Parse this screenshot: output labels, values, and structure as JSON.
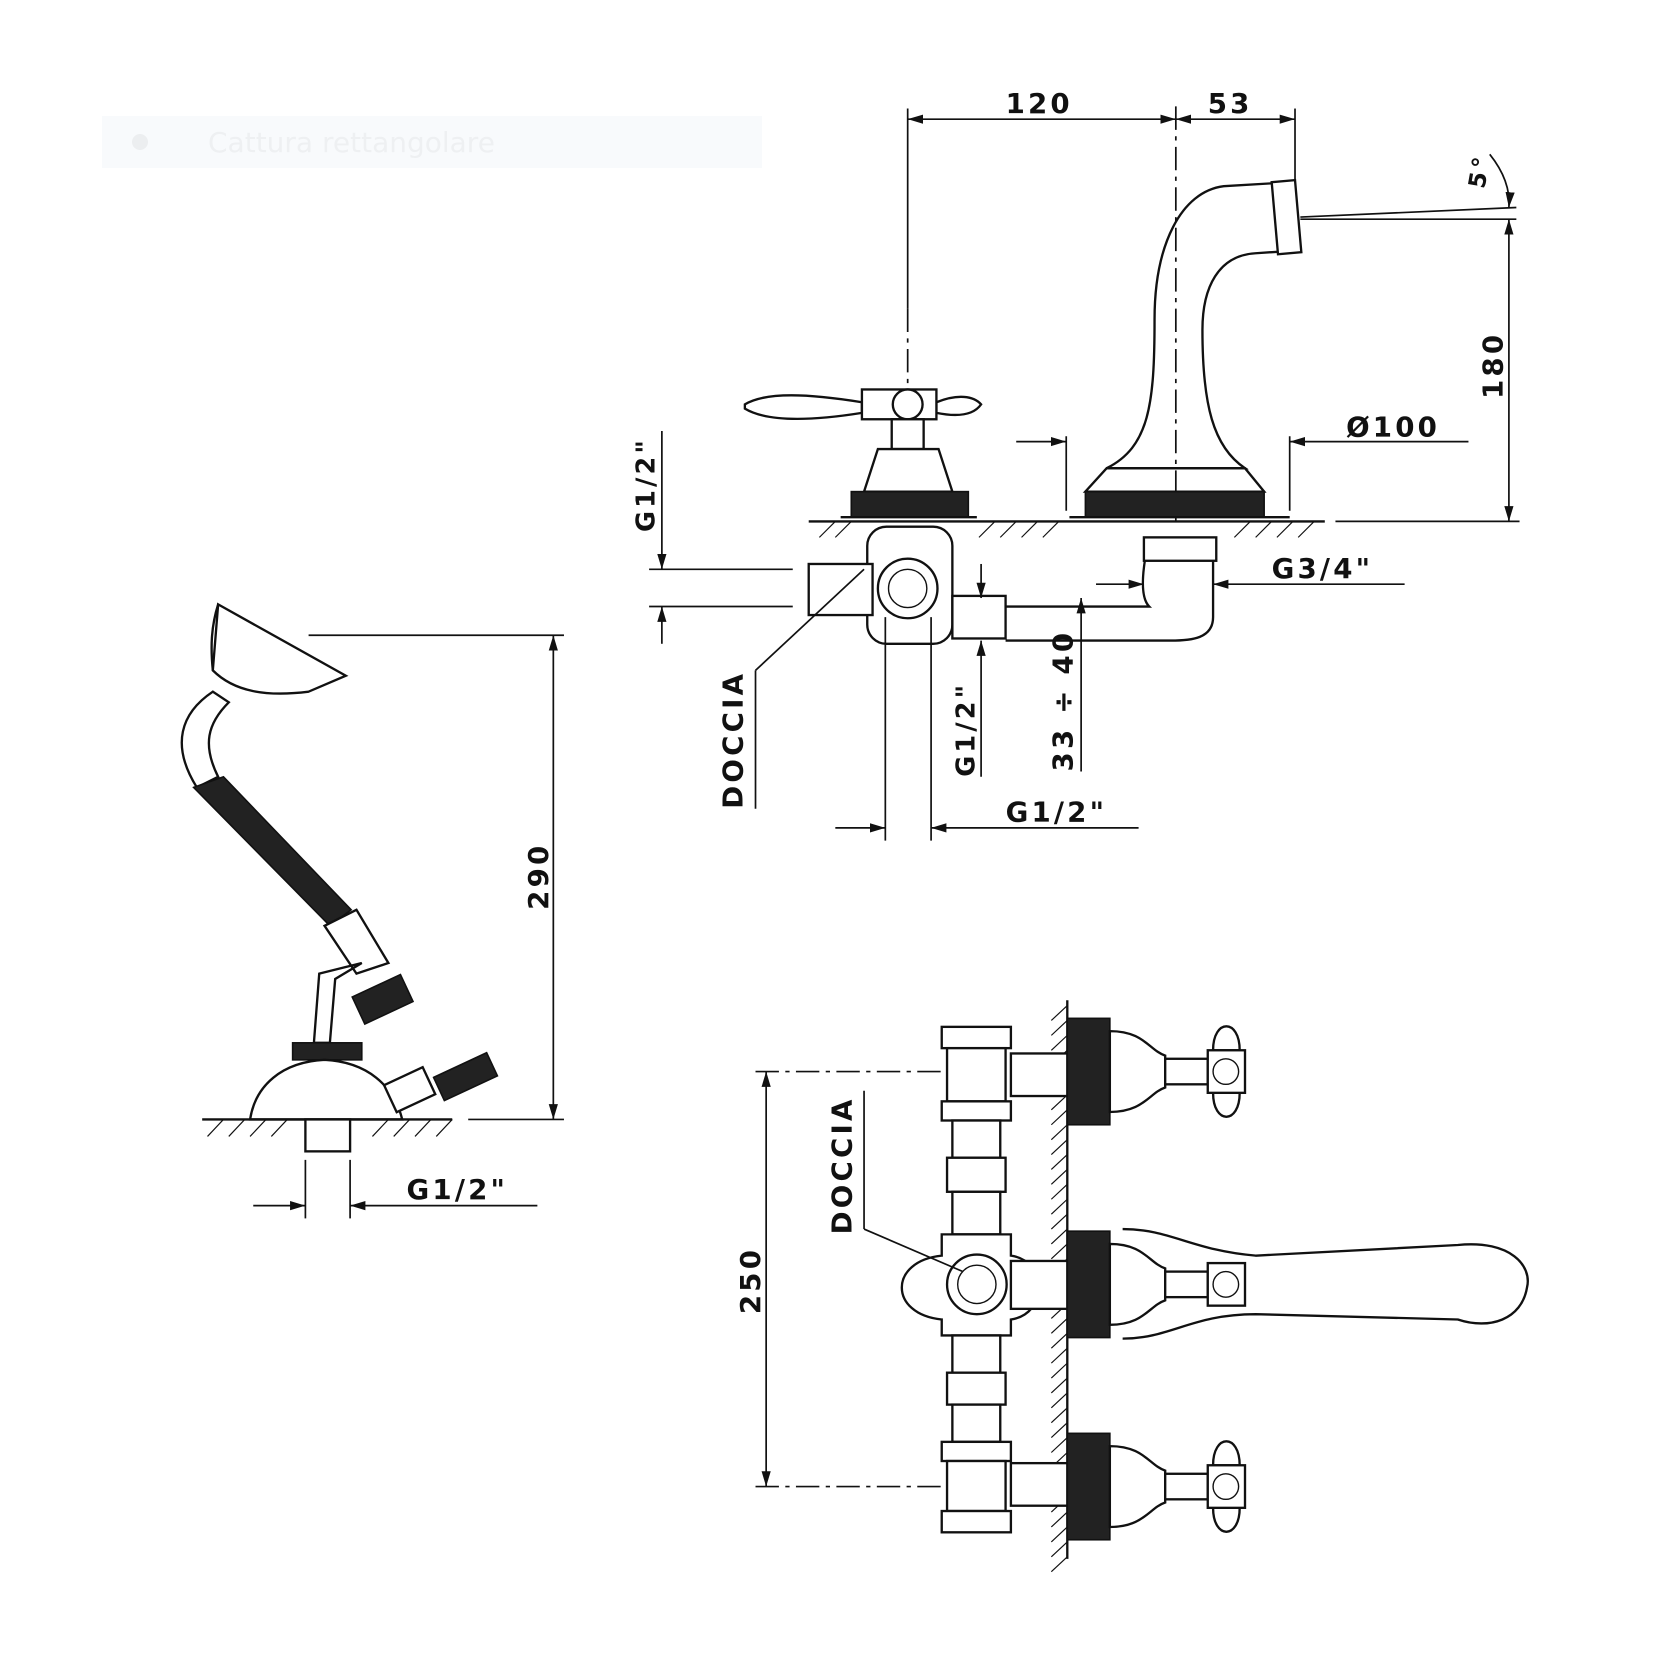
{
  "watermark": {
    "label": "Cattura rettangolare"
  },
  "top_view": {
    "dim_120": "120",
    "dim_53": "53",
    "angle": "5°",
    "dim_180": "180",
    "dim_d100": "Ø100",
    "g12_left": "G1/2\"",
    "g34": "G3/4\"",
    "docccia": "DOCCIA",
    "g12_vertical": "G1/2\"",
    "dim_33_40": "33 ÷ 40",
    "g12_bottom": "G1/2\""
  },
  "hand_shower": {
    "dim_290": "290",
    "g12": "G1/2\""
  },
  "front_view": {
    "doccia": "DOCCIA",
    "dim_250": "250"
  }
}
